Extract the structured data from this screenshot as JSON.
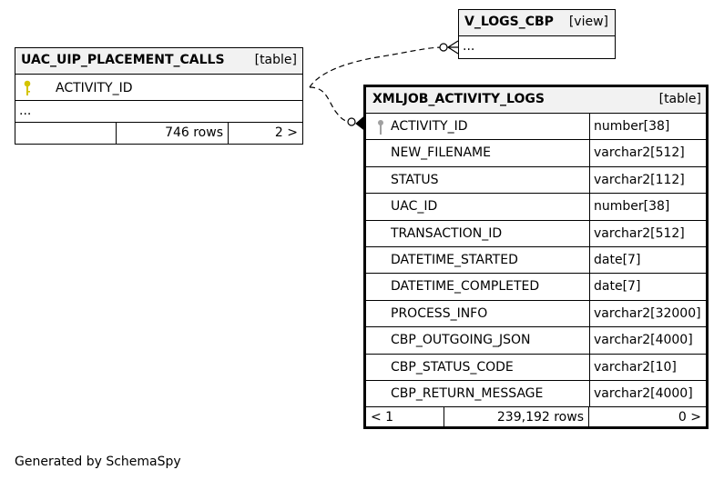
{
  "tables": {
    "uac": {
      "name": "UAC_UIP_PLACEMENT_CALLS",
      "type": "[table]",
      "columns": [
        {
          "name": "ACTIVITY_ID",
          "key": "primary"
        }
      ],
      "ellipsis": "...",
      "footer": {
        "left": "",
        "rows": "746 rows",
        "right": "2 >"
      }
    },
    "view": {
      "name": "V_LOGS_CBP",
      "type": "[view]",
      "ellipsis": "..."
    },
    "xml": {
      "name": "XMLJOB_ACTIVITY_LOGS",
      "type": "[table]",
      "columns": [
        {
          "name": "ACTIVITY_ID",
          "type": "number[38]",
          "key": "foreign"
        },
        {
          "name": "NEW_FILENAME",
          "type": "varchar2[512]"
        },
        {
          "name": "STATUS",
          "type": "varchar2[112]"
        },
        {
          "name": "UAC_ID",
          "type": "number[38]"
        },
        {
          "name": "TRANSACTION_ID",
          "type": "varchar2[512]"
        },
        {
          "name": "DATETIME_STARTED",
          "type": "date[7]"
        },
        {
          "name": "DATETIME_COMPLETED",
          "type": "date[7]"
        },
        {
          "name": "PROCESS_INFO",
          "type": "varchar2[32000]"
        },
        {
          "name": "CBP_OUTGOING_JSON",
          "type": "varchar2[4000]"
        },
        {
          "name": "CBP_STATUS_CODE",
          "type": "varchar2[10]"
        },
        {
          "name": "CBP_RETURN_MESSAGE",
          "type": "varchar2[4000]"
        }
      ],
      "footer": {
        "left": "< 1",
        "rows": "239,192 rows",
        "right": "0 >"
      }
    }
  },
  "colors": {
    "primary_key": "#d4c400",
    "foreign_key": "#a0a0a0",
    "header_bg": "#f2f2f2"
  },
  "footer_text": "Generated by SchemaSpy"
}
